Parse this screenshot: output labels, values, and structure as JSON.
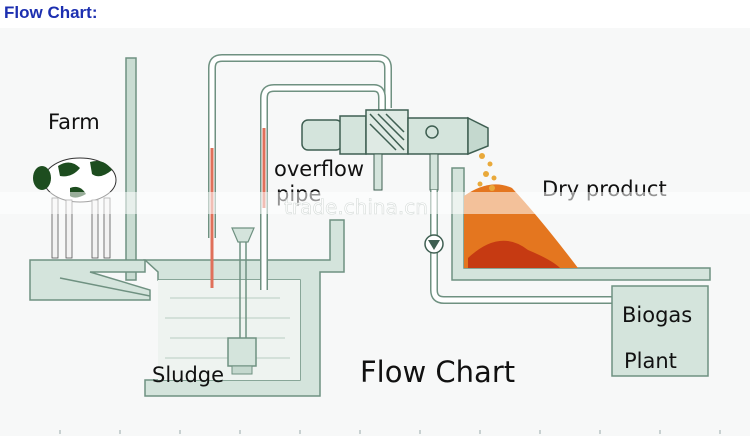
{
  "header": {
    "title": "Flow Chart:"
  },
  "diagram": {
    "labels": {
      "farm": "Farm",
      "overflow": "overflow",
      "pipe": "pipe",
      "dry_product": "Dry product",
      "biogas_line1": "Biogas",
      "biogas_line2": "Plant",
      "sludge": "Sludge",
      "caption": "Flow Chart"
    },
    "watermark": "trade.china.cn"
  }
}
